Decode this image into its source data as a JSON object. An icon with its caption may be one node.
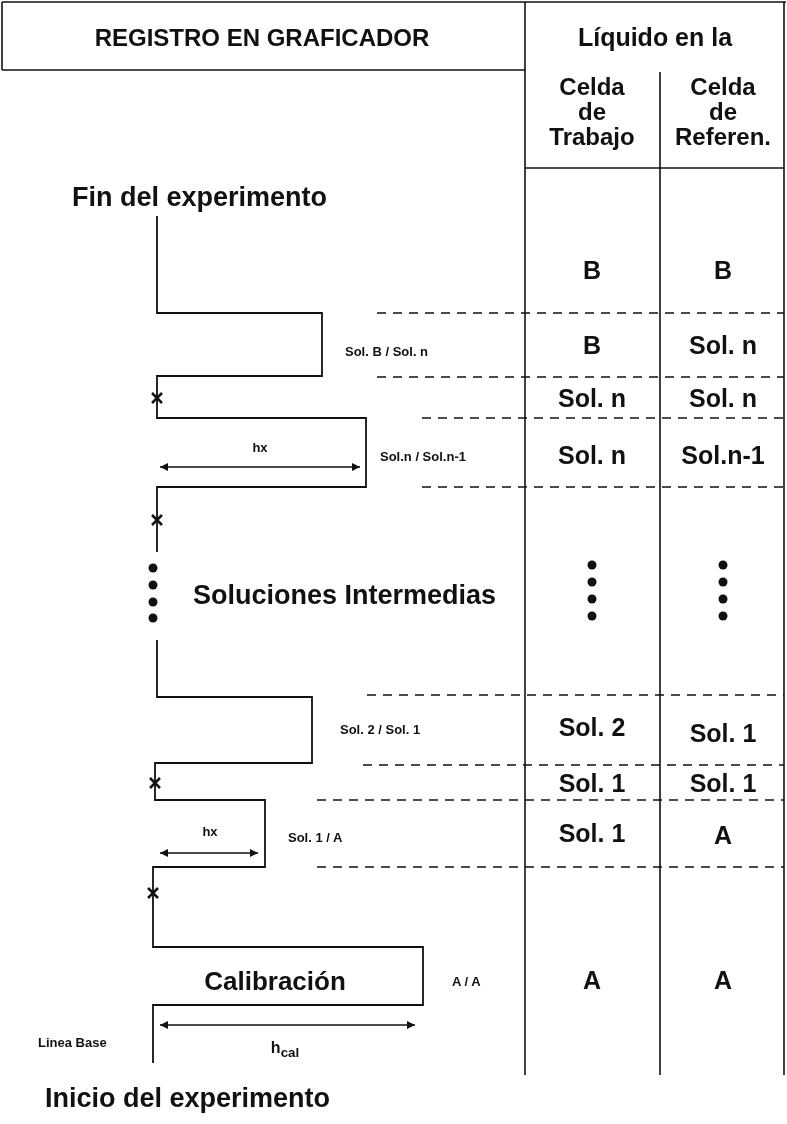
{
  "diagram": {
    "labels": [
      "REGISTRO EN GRAFICADOR",
      "Líquido en la",
      "Celda de Trabajo",
      "Celda de Referen.",
      "Fin del experimento",
      "B",
      "B",
      "Sol. B / Sol. n",
      "B",
      "Sol. n",
      "Sol. n",
      "Sol. n",
      "hx",
      "Sol.n / Sol.n-1",
      "Sol. n",
      "Sol.n-1",
      "Soluciones Intermedias",
      "Sol. 2 / Sol. 1",
      "Sol. 2",
      "Sol. 1",
      "Sol. 1",
      "Sol. 1",
      "hx",
      "Sol. 1 / A",
      "Sol. 1",
      "A",
      "Calibración",
      "A / A",
      "A",
      "A",
      "Linea Base",
      "h$_{cal}$",
      "Inicio del experimento"
    ]
  }
}
